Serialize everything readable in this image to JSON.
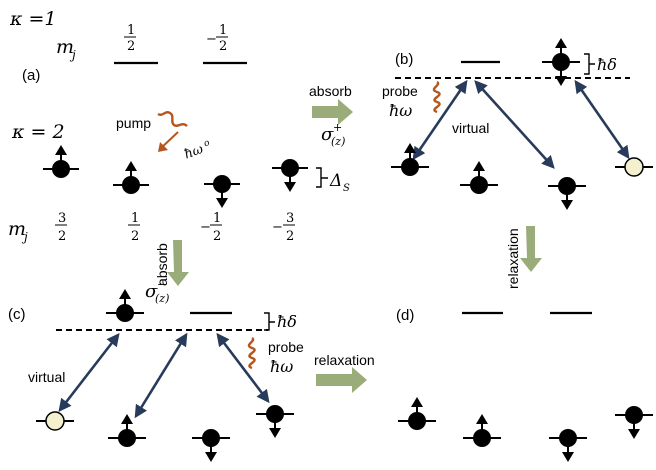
{
  "kappa1_label": "κ =1",
  "kappa2_label": "κ = 2",
  "mj_label": "m",
  "mj_sub": "j",
  "top_mj": [
    {
      "num": "1",
      "den": "2",
      "sign": ""
    },
    {
      "num": "1",
      "den": "2",
      "sign": "−"
    }
  ],
  "bottom_mj": [
    {
      "num": "3",
      "den": "2",
      "sign": ""
    },
    {
      "num": "1",
      "den": "2",
      "sign": ""
    },
    {
      "num": "1",
      "den": "2",
      "sign": "−"
    },
    {
      "num": "3",
      "den": "2",
      "sign": "−"
    }
  ],
  "panel_labels": {
    "a": "(a)",
    "b": "(b)",
    "c": "(c)",
    "d": "(d)"
  },
  "pump_label": "pump",
  "hbar_omega0": "ħω",
  "omega0_sub": "o",
  "delta_s": "Δ",
  "delta_s_sub": "S",
  "hbar_delta": "ħδ",
  "probe_label": "probe",
  "hbar_omega": "ħω",
  "virtual_label": "virtual",
  "absorb_label": "absorb",
  "relaxation_label": "relaxation",
  "sigma_plus": "σ",
  "sigma_plus_sup": "+",
  "sigma_minus": "σ",
  "sigma_minus_sup": "−",
  "sigma_sub": "(z)",
  "colors": {
    "arrow_fill": "#9aac7a",
    "photon": "#b5561f",
    "transition": "#283b5b",
    "ink": "#000000"
  }
}
